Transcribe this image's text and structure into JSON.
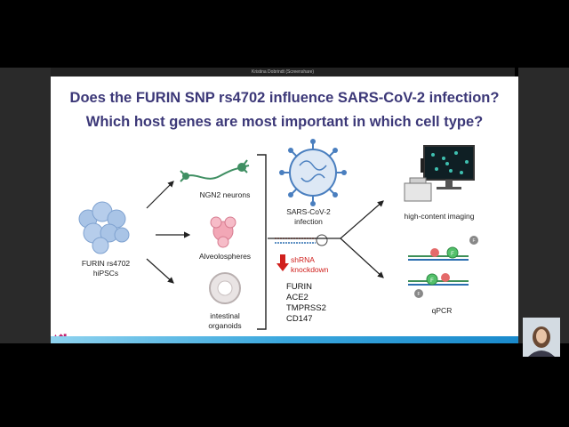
{
  "window": {
    "title": "Kristina Dobrindt (Screenshare)"
  },
  "slide": {
    "title_line1": "Does the FURIN SNP rs4702 influence SARS-CoV-2 infection?",
    "title_line2": "Which host genes are most important in which cell type?",
    "source": {
      "line1": "FURIN rs4702",
      "line2": "hiPSCs"
    },
    "cell_types": [
      {
        "label": "NGN2 neurons"
      },
      {
        "label": "Alveolospheres"
      },
      {
        "label_line1": "intestinal",
        "label_line2": "organoids"
      }
    ],
    "infection": {
      "line1": "SARS-CoV-2",
      "line2": "infection"
    },
    "knockdown": {
      "line1": "shRNA",
      "line2": "knockdown"
    },
    "genes": [
      "FURIN",
      "ACE2",
      "TMPRSS2",
      "CD147"
    ],
    "readouts": [
      {
        "label": "high-content imaging"
      },
      {
        "label": "qPCR"
      }
    ],
    "probe_labels": {
      "fluor": "F",
      "quench": "Q"
    }
  },
  "colors": {
    "title": "#3c3878",
    "accent_red": "#d0201d",
    "virus_blue": "#4a7fbf",
    "cells_blue": "#a9c4e6",
    "neuron_green": "#3f8f62",
    "alveo_pink": "#f2a7b6",
    "bar_blue": "#3aa7dd"
  }
}
